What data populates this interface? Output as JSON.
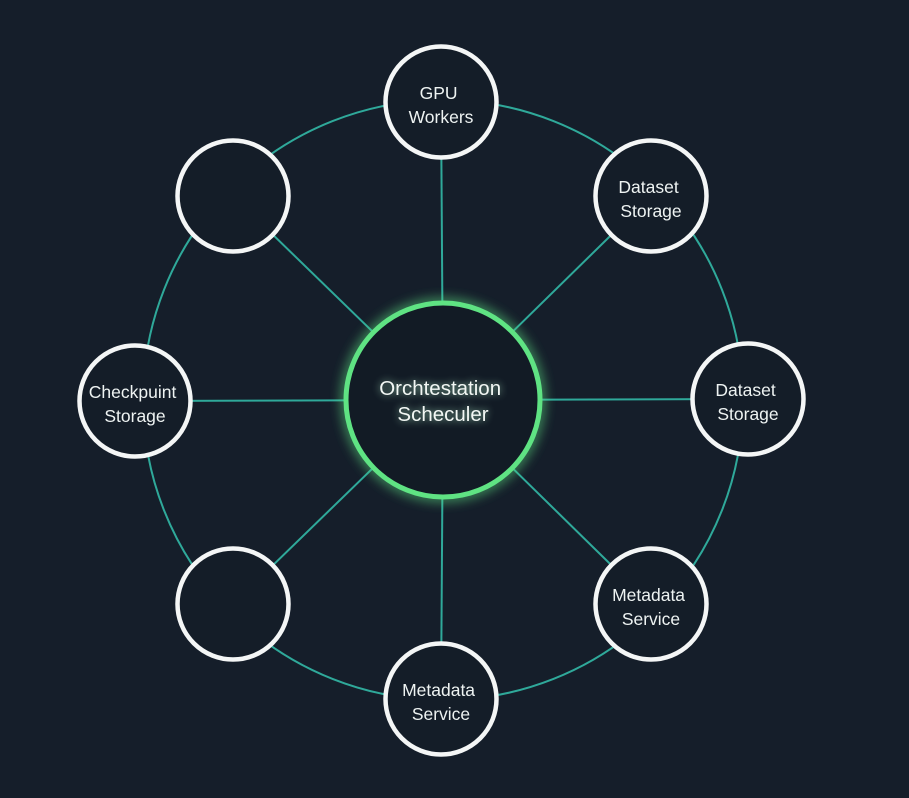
{
  "diagram": {
    "title": "orchestration-hub-and-spoke-diagram",
    "center": {
      "name": "orchestration-scheduler",
      "line1": "Orchtestation",
      "line2": "Scheculer"
    },
    "nodes": [
      {
        "name": "gpu-workers",
        "position": "top",
        "line1": "GPU",
        "line2": "Workers"
      },
      {
        "name": "dataset-storage-upper-right",
        "position": "upper-right",
        "line1": "Dataset",
        "line2": "Storage"
      },
      {
        "name": "dataset-storage-right",
        "position": "right",
        "line1": "Dataset",
        "line2": "Storage"
      },
      {
        "name": "metadata-service-lower-right",
        "position": "lower-right",
        "line1": "Metadata",
        "line2": "Service"
      },
      {
        "name": "metadata-service-bottom",
        "position": "bottom",
        "line1": "Metadata",
        "line2": "Service"
      },
      {
        "name": "empty-node-lower-left",
        "position": "lower-left",
        "line1": "",
        "line2": ""
      },
      {
        "name": "checkpoint-storage-left",
        "position": "left",
        "line1": "Checkpuint",
        "line2": "Storage"
      },
      {
        "name": "empty-node-upper-left",
        "position": "upper-left",
        "line1": "",
        "line2": ""
      }
    ],
    "colors": {
      "background": "#151e2a",
      "link": "#2fa99a",
      "node_stroke": "#f4f6f6",
      "node_fill": "#141d28",
      "center_stroke": "#5fe383",
      "center_fill": "#121b25",
      "text": "#eef3f2"
    }
  }
}
